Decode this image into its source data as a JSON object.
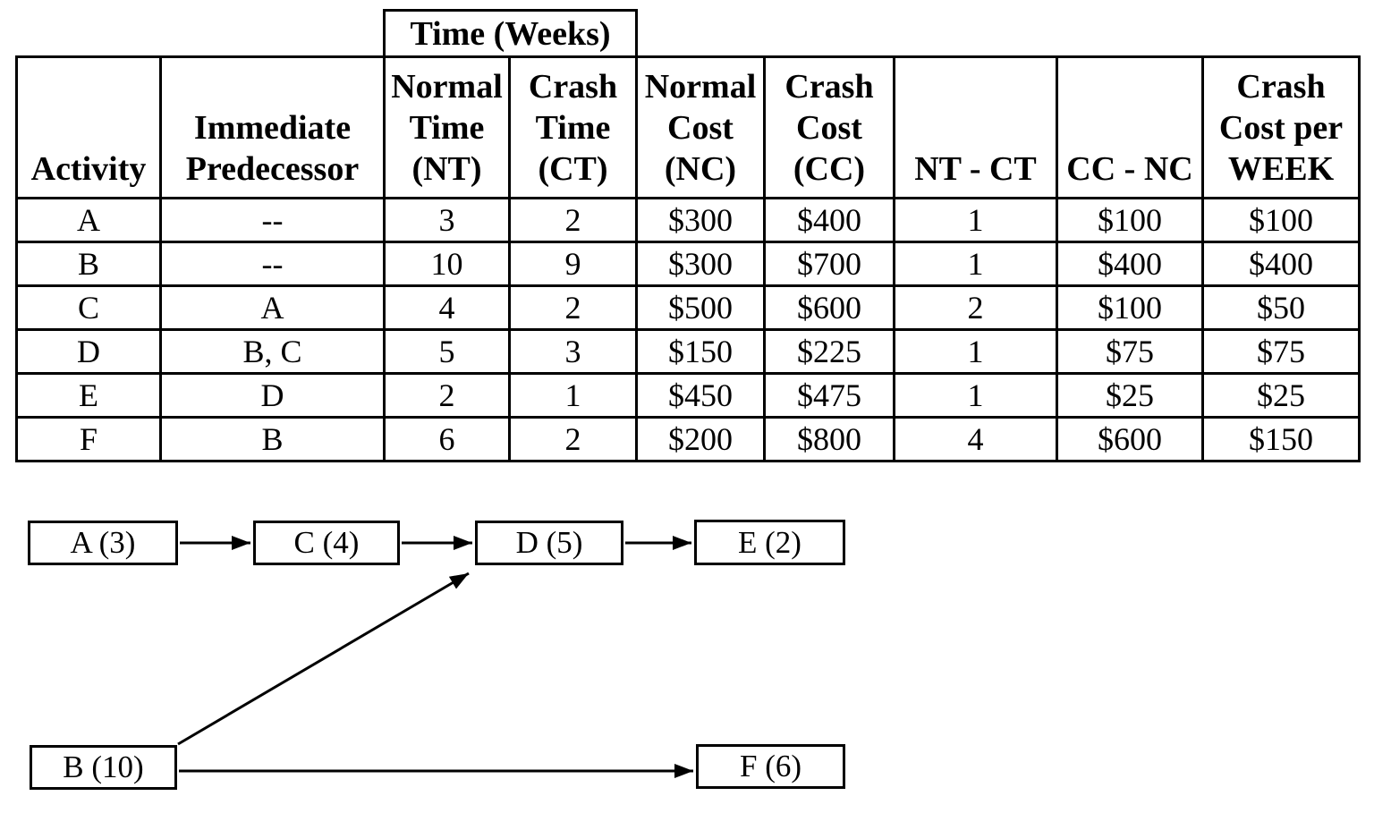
{
  "colors": {
    "ink": "#000000",
    "background": "#ffffff"
  },
  "table": {
    "span_header": "Time (Weeks)",
    "headers": [
      "Activity",
      "Immediate\nPredecessor",
      "Normal\nTime\n(NT)",
      "Crash\nTime\n(CT)",
      "Normal\nCost\n(NC)",
      "Crash\nCost\n(CC)",
      "NT - CT",
      "CC - NC",
      "Crash\nCost per\nWEEK"
    ],
    "rows": [
      [
        "A",
        "--",
        "3",
        "2",
        "$300",
        "$400",
        "1",
        "$100",
        "$100"
      ],
      [
        "B",
        "--",
        "10",
        "9",
        "$300",
        "$700",
        "1",
        "$400",
        "$400"
      ],
      [
        "C",
        "A",
        "4",
        "2",
        "$500",
        "$600",
        "2",
        "$100",
        "$50"
      ],
      [
        "D",
        "B, C",
        "5",
        "3",
        "$150",
        "$225",
        "1",
        "$75",
        "$75"
      ],
      [
        "E",
        "D",
        "2",
        "1",
        "$450",
        "$475",
        "1",
        "$25",
        "$25"
      ],
      [
        "F",
        "B",
        "6",
        "2",
        "$200",
        "$800",
        "4",
        "$600",
        "$150"
      ]
    ]
  },
  "diagram": {
    "nodes": [
      {
        "id": "A",
        "label": "A (3)"
      },
      {
        "id": "C",
        "label": "C (4)"
      },
      {
        "id": "D",
        "label": "D (5)"
      },
      {
        "id": "E",
        "label": "E (2)"
      },
      {
        "id": "B",
        "label": "B (10)"
      },
      {
        "id": "F",
        "label": "F (6)"
      }
    ],
    "edges": [
      {
        "from": "A",
        "to": "C"
      },
      {
        "from": "C",
        "to": "D"
      },
      {
        "from": "D",
        "to": "E"
      },
      {
        "from": "B",
        "to": "D"
      },
      {
        "from": "B",
        "to": "F"
      }
    ]
  }
}
